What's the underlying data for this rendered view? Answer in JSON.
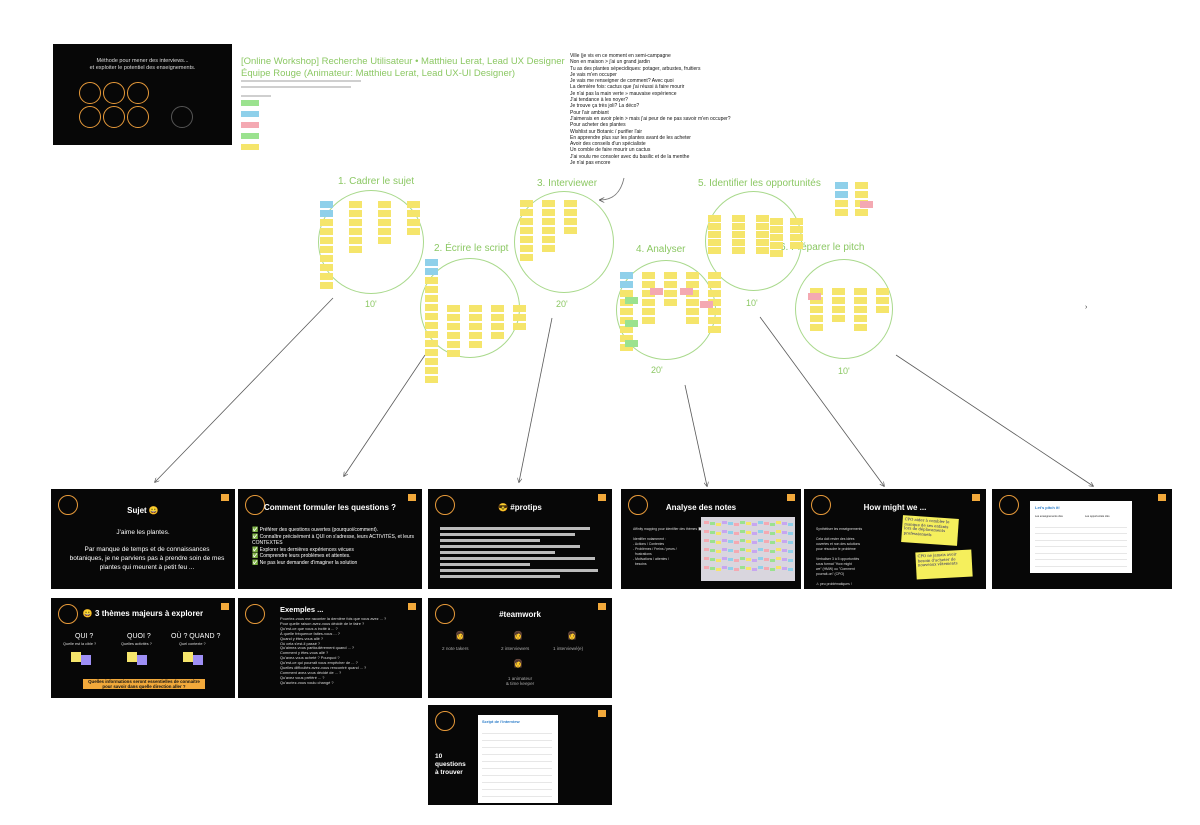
{
  "header": {
    "workshop_title": "[Online Workshop] Recherche Utilisateur • Matthieu Lerat, Lead UX Designer",
    "team_line": "Équipe Rouge (Animateur: Matthieu Lerat, Lead UX-UI Designer)",
    "intro_slide_text_1": "Méthode pour mener des interviews...",
    "intro_slide_text_2": "et exploiter le potentiel des enseignements."
  },
  "interview_notes": [
    "Ville (je vis en ce moment en semi-campagne",
    "Non en maison > j'ai un grand jardin",
    "Tu as des plantes sépecidiques: potager, arbustes, fruitiers",
    "Je vais m'en occuper",
    "Je vais me renseigner de comment? Avec quoi",
    "La dernière fois: cactus que j'ai réussi à faire mourir",
    "Je n'ai pas la main verte » mauvaise expérience",
    "J'ai tendance à les noyer?",
    "Je trouve ça très joli? La déco?",
    "Pour l'air ambiant",
    "J'aimerais en avoir plein > mais j'ai peur de ne pas savoir m'en occuper?",
    "Pour acheter des plantes",
    "Wishlist sur Botanic / purifier l'air",
    "En apprendre plus sur les plantes avant de les acheter",
    "Avoir des conseils d'un spécialiste",
    "Un comble de faire mourir un cactus",
    "J'ai voulu me consoler avec du basilic et de la menthe",
    "Je n'ai pas encore"
  ],
  "steps": {
    "s1": "1. Cadrer le sujet",
    "s2": "2. Écrire le script",
    "s3": "3. Interviewer",
    "s4": "4. Analyser",
    "s5": "5. Identifier les opportunités",
    "s6": "6. Préparer le pitch"
  },
  "timings": {
    "t1": "10'",
    "t3": "20'",
    "t4": "20'",
    "t5": "10'",
    "t6": "10'"
  },
  "slides": {
    "sujet": {
      "title": "Sujet 😀",
      "line1": "J'aime les plantes.",
      "line2": "Par manque de temps et de connaissances botaniques, je ne parviens pas à prendre soin de mes plantes qui meurent à petit feu ..."
    },
    "questions": {
      "title": "Comment formuler les questions ?",
      "items": [
        "✅ Préférer des questions ouvertes (pourquoi/comment).",
        "✅ Connaître précisément à QUI on s'adresse, leurs ACTIVITÉS, et leurs CONTEXTES",
        "✅ Explorer les dernières expériences vécues",
        "✅ Comprendre leurs problèmes et attentes.",
        "✅ Ne pas leur demander d'imaginer la solution"
      ]
    },
    "protips": {
      "title": "😎 #protips"
    },
    "analyse": {
      "title": "Analyse des notes",
      "text": "Affinity mapping pour identifier des thèmes 🔲\n\nIdentifier notamment :\n- Actions / Contextes\n- Problèmes / Freins / peurs /\n  frustrations\n- Motivations / attentes /\n  besoins"
    },
    "hmw": {
      "title": "How might we ...",
      "text": "Synthétiser les enseignements\n\nCela doit rester des idées\nouvertes et non des solutions\npour résoudre le problème\n\nVerbaliser 3 à 5 opportunités\nsous format \"How might\nwe\" (HMW) ou \"Comment\npourrait-on\" (CPO)\n\n⚠ peu problématiques !",
      "card1": "CPO aider à combler le manque de ses enfants lors de déplacements professionnels",
      "card2": "CPO ne jamais avoir besoin d'acheter de nouveaux vêtements"
    },
    "pitch": {
      "title": "Let's pitch it!",
      "col1": "Les enseignements clés",
      "col2": "Les opportunités clés"
    },
    "themes": {
      "title": "😀 3 thèmes majeurs à explorer",
      "qui": "QUI ?",
      "qui_sub": "Quelle est la cible ?",
      "quoi": "QUOI ?",
      "quoi_sub": "Quelles activités ?",
      "ou": "OÙ ? QUAND ?",
      "ou_sub": "Quel contexte ?",
      "footer": "Quelles informations seront essentielles de connaître pour savoir dans quelle direction aller ?"
    },
    "exemples": {
      "title": "Exemples ...",
      "text": "Pourriez-vous me raconter la dernière fois que vous avez ... ?\nPour quelle raison avez-vous décidé de le faire ?\nQu'est-ce que vous a incité à ... ?\nÀ quelle fréquence faites-vous ... ?\nQuand y êtes-vous allé ?\nOù cela s'est-il passé ?\nQu'aimez-vous particulièrement quand ... ?\nComment y êtes-vous allé ?\nQu'avez-vous acheté ? Pourquoi ?\nQu'est-ce qui pourrait vous empêcher de ... ?\nQuelles difficultés avez-vous rencontré quand ... ?\nComment avez-vous décidé de ... ?\nQu'avez vous préféré ... ?\nQu'auriez-vous voulu changé ?"
    },
    "teamwork": {
      "title": "#teamwork",
      "r1": "2 note takers",
      "r2": "2 interviewers",
      "r3": "1 interviewé(e)",
      "r4": "1 animateur\n& time keeper"
    },
    "script": {
      "card_title": "Script de l'interview",
      "side": "10\nquestions\nà trouver"
    }
  }
}
